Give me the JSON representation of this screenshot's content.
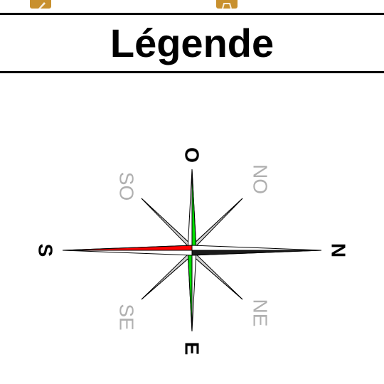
{
  "legend": {
    "title": "Légende"
  },
  "compass": {
    "labels": {
      "north": "N",
      "south": "S",
      "east": "E",
      "west": "O",
      "northeast": "NE",
      "northwest": "NO",
      "southeast": "SE",
      "southwest": "SO"
    },
    "colors": {
      "north_needle": "#000000",
      "south_needle": "#ff0000",
      "west_east_needles": "#00e000",
      "intercardinal_needles": "#d0d0d0",
      "outline": "#000000",
      "intercardinal_labels": "#b0b0b0"
    }
  },
  "toolbar": {
    "tile_color": "#c8902e",
    "icons": [
      "pencil-icon",
      "gear-icon"
    ]
  }
}
